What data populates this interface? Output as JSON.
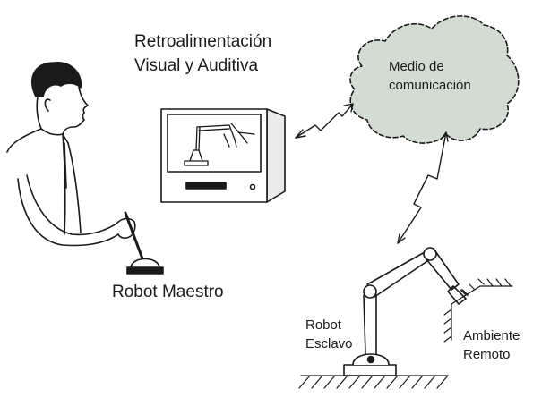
{
  "labels": {
    "feedback_line1": "Retroalimentación",
    "feedback_line2": "Visual y Auditiva",
    "medium_line1": "Medio de",
    "medium_line2": "comunicación",
    "master": "Robot Maestro",
    "slave_line1": "Robot",
    "slave_line2": "Esclavo",
    "remote_line1": "Ambiente",
    "remote_line2": "Remoto"
  },
  "colors": {
    "ink": "#1a1a1a",
    "cloud_fill": "#d3dcd3"
  }
}
